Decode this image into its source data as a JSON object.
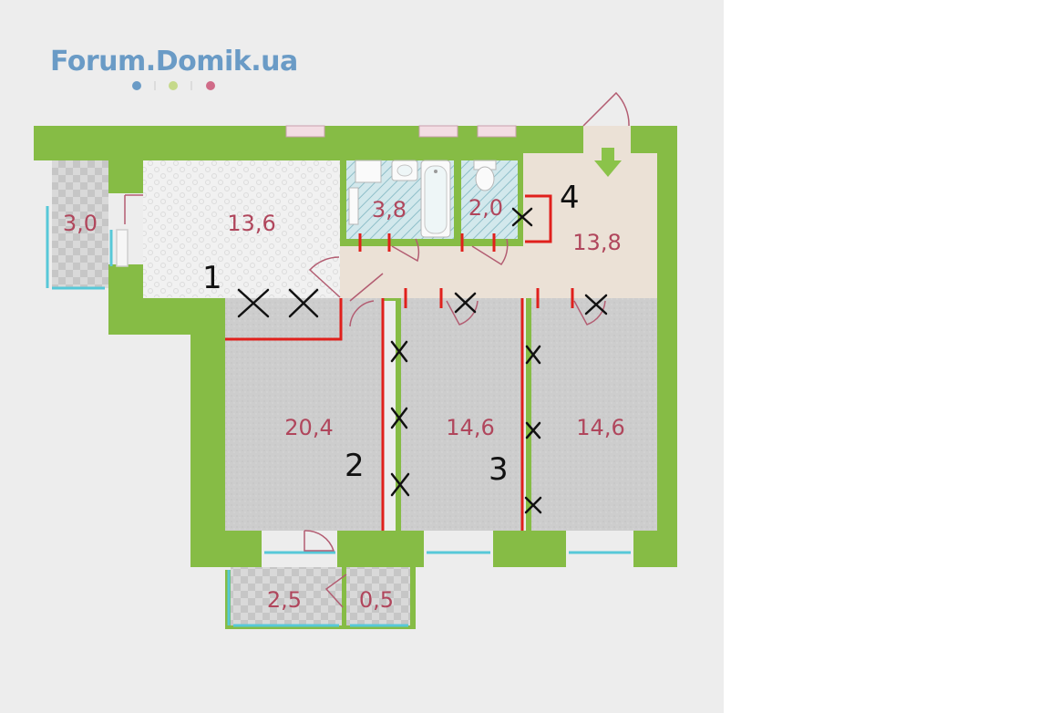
{
  "logo": {
    "text": "Forum.Domik.ua"
  },
  "colors": {
    "wall": "#86bc45",
    "annotation": "#e0201c",
    "label": "#b0465c",
    "floor": "#cfcfcf",
    "window": "#57c8d8"
  },
  "rooms": [
    {
      "id": "balcony-left",
      "label": "3,0"
    },
    {
      "id": "kitchen",
      "label": "13,6"
    },
    {
      "id": "bathroom",
      "label": "3,8"
    },
    {
      "id": "toilet",
      "label": "2,0"
    },
    {
      "id": "hallway",
      "label": "13,8"
    },
    {
      "id": "room-large",
      "label": "20,4"
    },
    {
      "id": "room-middle",
      "label": "14,6"
    },
    {
      "id": "room-right",
      "label": "14,6"
    },
    {
      "id": "balcony-bottom",
      "label": "2,5"
    },
    {
      "id": "closet",
      "label": "0,5"
    }
  ],
  "annotations": [
    {
      "id": "mark-1",
      "text": "1"
    },
    {
      "id": "mark-2",
      "text": "2"
    },
    {
      "id": "mark-3",
      "text": "3"
    },
    {
      "id": "mark-4",
      "text": "4"
    }
  ],
  "icons": [
    "entrance-arrow-icon",
    "bathtub-icon",
    "sink-icon",
    "toilet-icon",
    "door-swing-icon",
    "window-icon"
  ]
}
